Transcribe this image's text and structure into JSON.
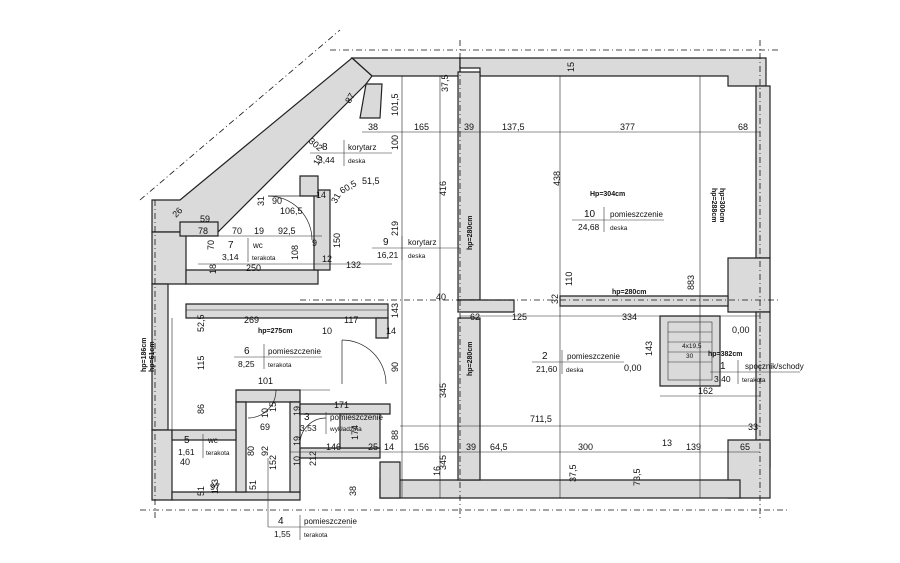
{
  "rooms": [
    {
      "id": "r1",
      "number": "1",
      "name": "spocznik/schody",
      "area": "3,40",
      "finish": "terakota"
    },
    {
      "id": "r2",
      "number": "2",
      "name": "pomieszczenie",
      "area": "21,60",
      "finish": "deska"
    },
    {
      "id": "r3",
      "number": "3",
      "name": "pomieszczenie",
      "area": "3,53",
      "finish": "wykładzina"
    },
    {
      "id": "r4",
      "number": "4",
      "name": "pomieszczenie",
      "area": "1,55",
      "finish": "terakota"
    },
    {
      "id": "r5",
      "number": "5",
      "name": "wc",
      "area": "1,61",
      "finish": "terakota"
    },
    {
      "id": "r6",
      "number": "6",
      "name": "pomieszczenie",
      "area": "8,25",
      "finish": "terakota"
    },
    {
      "id": "r7",
      "number": "7",
      "name": "wc",
      "area": "3,14",
      "finish": "terakota"
    },
    {
      "id": "r8",
      "number": "8",
      "name": "korytarz",
      "area": "3,44",
      "finish": "deska"
    },
    {
      "id": "r9",
      "number": "9",
      "name": "korytarz",
      "area": "16,21",
      "finish": "deska"
    },
    {
      "id": "r10",
      "number": "10",
      "name": "pomieszczenie",
      "area": "24,68",
      "finish": "deska"
    }
  ],
  "heights": {
    "h304": "Hp=304cm",
    "h280a": "hp=280cm",
    "h280b": "hp=280cm",
    "h280c": "hp=280cm",
    "h275": "hp=275cm",
    "h382": "hp=382cm",
    "h288": "hp=288cm",
    "h300": "hp=300cm",
    "h186": "hp=186cm",
    "h61": "hp=61cm",
    "stair": "4x19,5",
    "stair2": "30"
  },
  "dims": {
    "d38": "38",
    "d165": "165",
    "d39a": "39",
    "d1375": "137,5",
    "d377": "377",
    "d68": "68",
    "d1015": "101,5",
    "d375a": "37,5",
    "d15": "15",
    "d87": "87",
    "d302": "302",
    "d100": "100",
    "d416": "416",
    "d438": "438",
    "d883": "883",
    "d219": "219",
    "d150": "150",
    "d59": "59",
    "d78": "78",
    "d70a": "70",
    "d70b": "70",
    "d19a": "19",
    "d925": "92,5",
    "d9": "9",
    "d108": "108",
    "d250": "250",
    "d12": "12",
    "d132": "132",
    "d18": "18",
    "d26": "26",
    "d90a": "90",
    "d1065": "106,5",
    "d31": "31",
    "d605": "60,5",
    "d515": "51,5",
    "d14a": "14",
    "d10a": "10",
    "d269": "269",
    "d117": "117",
    "d525": "52,5",
    "d10b": "10",
    "d14b": "14",
    "d143a": "143",
    "d40": "40",
    "d62": "62",
    "d125": "125",
    "d334": "334",
    "d110": "110",
    "d32": "32",
    "d115": "115",
    "d86": "86",
    "d101": "101",
    "d90b": "90",
    "d345a": "345",
    "d345b": "345",
    "d143b": "143",
    "d162": "162",
    "d000a": "0,00",
    "d000b": "0,00",
    "d7115": "711,5",
    "d33": "33",
    "d171": "171",
    "d69": "69",
    "d10c": "10",
    "d15b": "15",
    "d19b": "19",
    "d174": "174",
    "d88": "88",
    "d156": "156",
    "d39b": "39",
    "d645": "64,5",
    "d300": "300",
    "d13": "13",
    "d139": "139",
    "d65": "65",
    "d146": "146",
    "d25": "25",
    "d14c": "14",
    "d212": "212",
    "d152": "152",
    "d80": "80",
    "d92": "92",
    "d10d": "10",
    "d40b": "40",
    "d133": "133",
    "d97": "97",
    "d51a": "51",
    "d51b": "51",
    "d38b": "38",
    "d16": "16",
    "d375b": "37,5",
    "d735": "73,5",
    "d31b": "31",
    "d19c": "19"
  }
}
